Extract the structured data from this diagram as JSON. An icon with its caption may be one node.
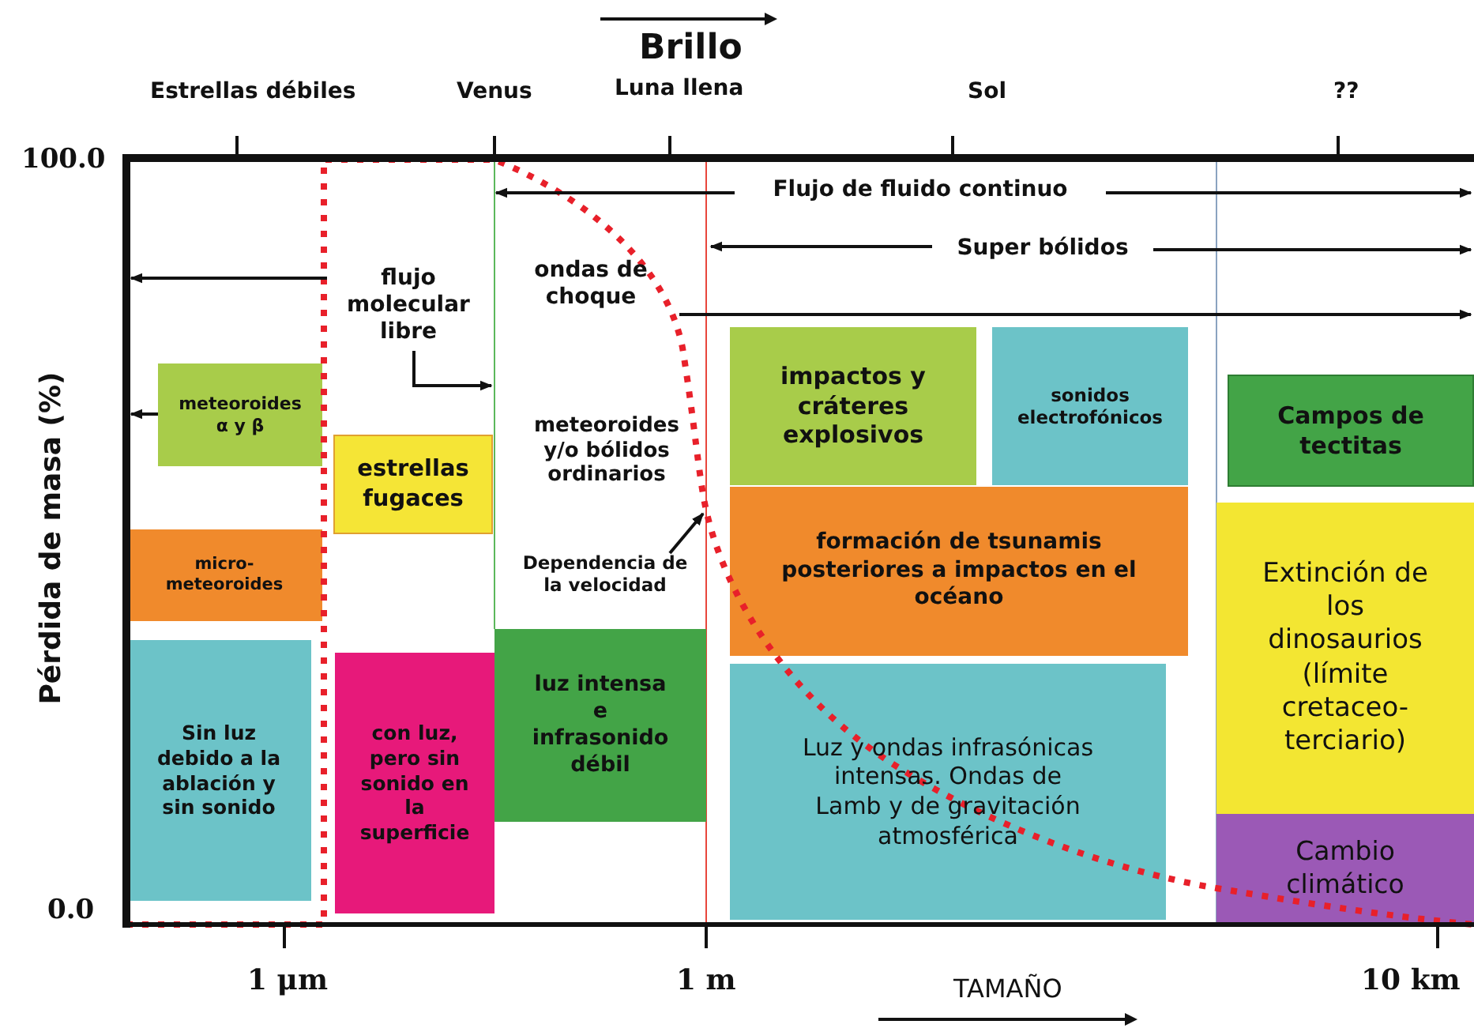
{
  "diagram": {
    "nodes": [
      {
        "text": [
          "Flujo de fluido continuo"
        ]
      },
      {
        "text": [
          "Super bólidos"
        ]
      },
      {
        "text": [
          "flujo molecular libre"
        ]
      },
      {
        "text": [
          "ondas de choque"
        ]
      },
      {
        "text": [
          "meteoroides α y β"
        ]
      },
      {
        "text": [
          "impactos y cráteres explosivos"
        ]
      },
      {
        "text": [
          "sonidos electrofónicos"
        ]
      },
      {
        "text": [
          "Campos de tectitas"
        ]
      },
      {
        "text": [
          "estrellas fugaces"
        ]
      },
      {
        "text": [
          "meteoroides y/o bólidos ordinarios"
        ]
      },
      {
        "text": [
          "formación de tsunamis posteriores a impactos en el océano"
        ]
      },
      {
        "text": [
          "micro- meteoroides"
        ]
      },
      {
        "text": [
          "Dependencia de la velocidad"
        ]
      },
      {
        "text": [
          "Extinción de los dinosaurios (límite cretaceo- terciario)"
        ]
      },
      {
        "text": [
          "Sin luz debido a la ablación y sin sonido"
        ]
      },
      {
        "text": [
          "luz intensa e infrasonido débil"
        ]
      },
      {
        "text": [
          "con luz, pero sin sonido en la superficie"
        ]
      },
      {
        "text": [
          "Luz y ondas infrasónicas intensas. Ondas de Lamb y de gravitación atmosférica"
        ]
      },
      {
        "text": [
          "Cambio climático"
        ]
      }
    ],
    "edges": [
      {
        "from": 0,
        "to": null,
        "arrow": "to"
      },
      {
        "from": 0,
        "to": null,
        "arrow": "to"
      },
      {
        "from": 1,
        "to": null,
        "arrow": "to"
      },
      {
        "from": 1,
        "to": null,
        "arrow": "to"
      },
      {
        "from": 2,
        "to": null,
        "arrow": "to"
      },
      {
        "from": 2,
        "to": null,
        "arrow": "to"
      },
      {
        "from": 3,
        "to": null,
        "arrow": "to"
      },
      {
        "from": 4,
        "to": null,
        "arrow": "to"
      },
      {
        "from": 12,
        "to": null,
        "arrow": "to"
      }
    ],
    "labels": [
      "Brillo",
      "Estrellas débiles",
      "Venus",
      "Luna llena",
      "Sol",
      "??",
      "100.0",
      "Pérdida de masa (%)",
      "0.0",
      "1 μm",
      "1 m",
      "TAMAÑO",
      "10 km"
    ]
  }
}
